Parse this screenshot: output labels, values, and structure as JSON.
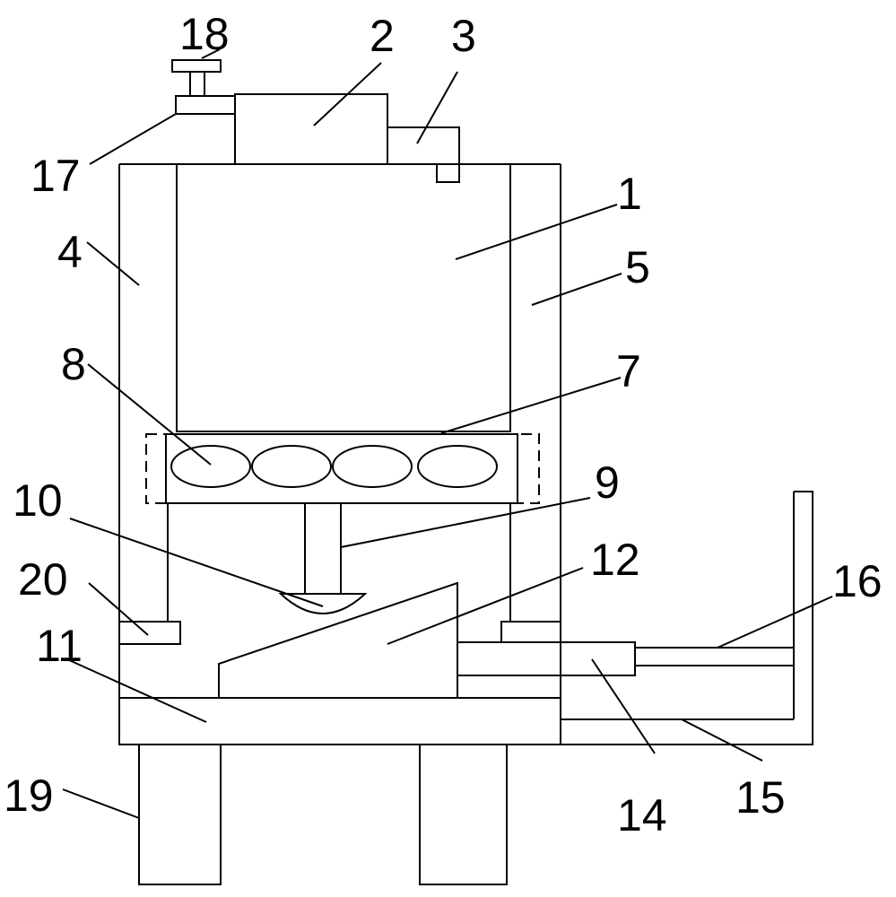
{
  "labels": [
    "1",
    "2",
    "3",
    "4",
    "5",
    "7",
    "8",
    "9",
    "10",
    "11",
    "12",
    "14",
    "15",
    "16",
    "17",
    "18",
    "19",
    "20"
  ],
  "colors": {
    "line": "#000000",
    "background": "#ffffff"
  }
}
